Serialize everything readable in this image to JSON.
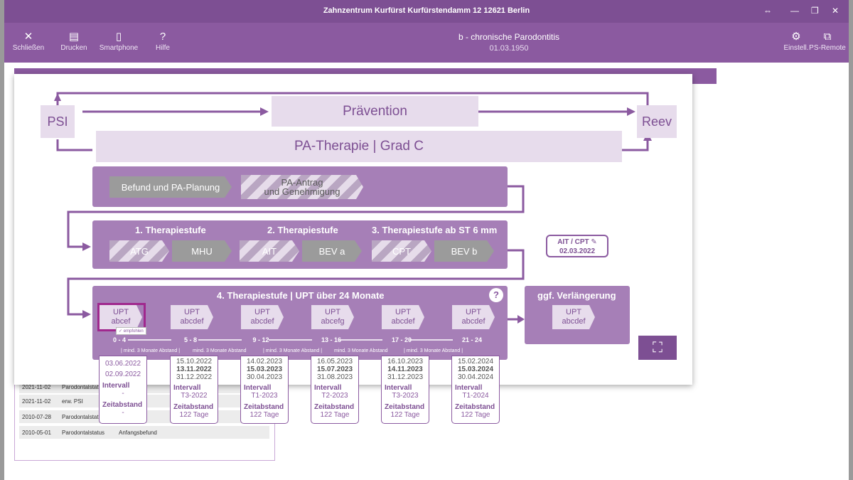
{
  "window": {
    "title": "Zahnzentrum Kurfürst Kurfürstendamm 12 12621 Berlin"
  },
  "toolbar": {
    "close": "Schließen",
    "print": "Drucken",
    "phone": "Smartphone",
    "help": "Hilfe",
    "settings": "Einstell.",
    "remote": "PS-Remote"
  },
  "patient": {
    "diagnosis": "b - chronische Parodontitis",
    "dob": "01.03.1950"
  },
  "flow": {
    "psi": "PSI",
    "reev": "Reev",
    "prevention": "Prävention",
    "therapy": "PA-Therapie | Grad C",
    "befund": "Befund und PA-Planung",
    "antrag_1": "PA-Antrag",
    "antrag_2": "und Genehmigung",
    "stage1": "1. Therapiestufe",
    "stage2": "2. Therapiestufe",
    "stage3": "3. Therapiestufe ab ST 6 mm",
    "atg": "ATG",
    "mhu": "MHU",
    "ait": "AIT",
    "bev_a": "BEV a",
    "cpt": "CPT",
    "bev_b": "BEV b",
    "ait_cpt_label": "AIT / CPT",
    "ait_cpt_date": "02.03.2022",
    "stage4": "4. Therapiestufe | UPT über 24 Monate",
    "extension": "ggf. Verlängerung",
    "recommended": "empfohlen",
    "abstand": "mind. 3 Monate Abstand"
  },
  "upt": [
    {
      "label": "UPT",
      "code": "abcef",
      "range": "0 - 4"
    },
    {
      "label": "UPT",
      "code": "abcdef",
      "range": "5 - 8"
    },
    {
      "label": "UPT",
      "code": "abcdef",
      "range": "9 - 12"
    },
    {
      "label": "UPT",
      "code": "abcefg",
      "range": "13 - 16"
    },
    {
      "label": "UPT",
      "code": "abcdef",
      "range": "17 - 20"
    },
    {
      "label": "UPT",
      "code": "abcdef",
      "range": "21 - 24"
    }
  ],
  "upt_extension": {
    "label": "UPT",
    "code": "abcdef"
  },
  "cards": [
    {
      "d1": "03.06.2022",
      "d2": "",
      "d3": "02.09.2022",
      "interval": "Intervall",
      "iv": "-",
      "gap": "Zeitabstand",
      "gv": "-"
    },
    {
      "d1": "15.10.2022",
      "d2": "13.11.2022",
      "d3": "31.12.2022",
      "interval": "Intervall",
      "iv": "T3-2022",
      "gap": "Zeitabstand",
      "gv": "122 Tage"
    },
    {
      "d1": "14.02.2023",
      "d2": "15.03.2023",
      "d3": "30.04.2023",
      "interval": "Intervall",
      "iv": "T1-2023",
      "gap": "Zeitabstand",
      "gv": "122 Tage"
    },
    {
      "d1": "16.05.2023",
      "d2": "15.07.2023",
      "d3": "31.08.2023",
      "interval": "Intervall",
      "iv": "T2-2023",
      "gap": "Zeitabstand",
      "gv": "122 Tage"
    },
    {
      "d1": "16.10.2023",
      "d2": "14.11.2023",
      "d3": "31.12.2023",
      "interval": "Intervall",
      "iv": "T3-2023",
      "gap": "Zeitabstand",
      "gv": "122 Tage"
    },
    {
      "d1": "15.02.2024",
      "d2": "15.03.2024",
      "d3": "30.04.2024",
      "interval": "Intervall",
      "iv": "T1-2024",
      "gap": "Zeitabstand",
      "gv": "122 Tage"
    }
  ],
  "history": [
    {
      "date": "2021-11-02",
      "type": "Parodontalstatus",
      "note": ""
    },
    {
      "date": "2021-11-02",
      "type": "erw. PSI",
      "note": ""
    },
    {
      "date": "2010-07-28",
      "type": "Parodontalstatus",
      "note": ""
    },
    {
      "date": "2010-05-01",
      "type": "Parodontalstatus",
      "note": "Anfangsbefund"
    }
  ]
}
